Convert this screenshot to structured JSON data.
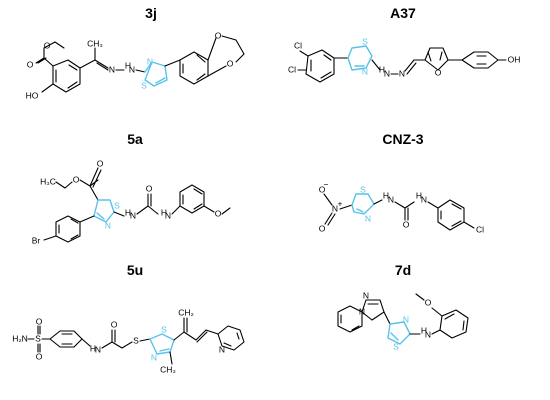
{
  "compounds": [
    {
      "id": "3j",
      "label": "3j",
      "atoms": {
        "o_ester_carbonyl": "O",
        "o_ester": "O",
        "oh": "HO",
        "n1": "N",
        "nh": "H",
        "n2": "N",
        "thiazole_n": "N",
        "thiazole_s": "S",
        "o_ring_top": "O",
        "o_ring_bottom": "O"
      }
    },
    {
      "id": "A37",
      "label": "A37",
      "atoms": {
        "cl1": "Cl",
        "cl2": "Cl",
        "thiazole_s": "S",
        "thiazole_n": "N",
        "nh": "H",
        "n1": "N",
        "n2": "N",
        "furan_o": "O",
        "oh": "OH"
      }
    },
    {
      "id": "5a",
      "label": "5a",
      "atoms": {
        "o_carbonyl": "O",
        "o_ester": "O",
        "thiazole_s": "S",
        "thiazole_n": "N",
        "br": "Br",
        "nh1": "H",
        "n1": "N",
        "o_urea": "O",
        "nh2": "H",
        "n2": "N",
        "o_methoxy": "O"
      }
    },
    {
      "id": "CNZ-3",
      "label": "CNZ-3",
      "atoms": {
        "o_minus": "O",
        "n_plus": "N",
        "o_nitro": "O",
        "thiazole_s": "S",
        "thiazole_n": "N",
        "nh1": "H",
        "n1": "N",
        "o_urea": "O",
        "nh2": "H",
        "n2": "N",
        "cl": "Cl"
      }
    },
    {
      "id": "5u",
      "label": "5u",
      "atoms": {
        "h2n": "H₂N",
        "sulfonyl_s": "S",
        "o1": "O",
        "o2": "O",
        "nh": "H",
        "n1": "N",
        "o_amide": "O",
        "thioether_s": "S",
        "thiazole_s": "S",
        "thiazole_n": "N",
        "pyridine_n": "N"
      }
    },
    {
      "id": "7d",
      "label": "7d",
      "atoms": {
        "imid_n": "N",
        "bridge_n": "N",
        "o_methoxy": "O",
        "thiazole_s": "S",
        "thiazole_n": "N",
        "nh": "H",
        "n1": "N"
      }
    }
  ],
  "colors": {
    "thiazole": "#58c3ea",
    "bond": "#000000"
  }
}
